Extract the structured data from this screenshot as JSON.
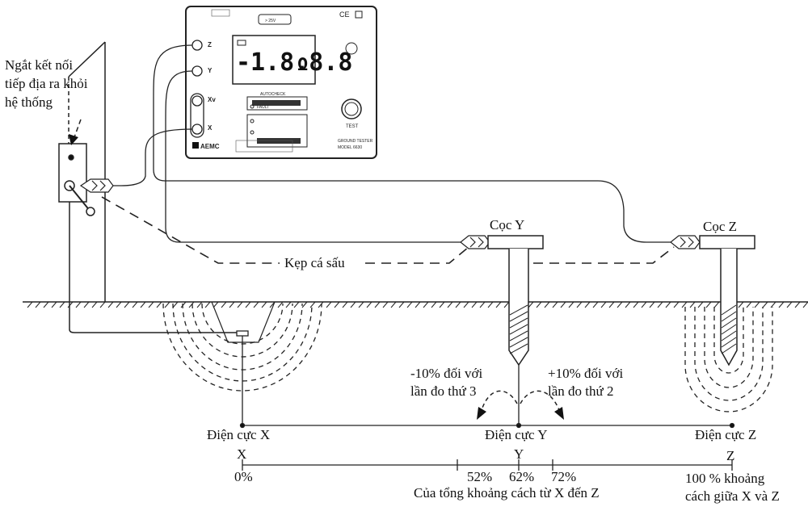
{
  "labels": {
    "disconnect_note": [
      "Ngắt kết nối",
      "tiếp địa ra khỏi",
      "hệ thống"
    ],
    "rod_y": "Cọc Y",
    "rod_z": "Cọc Z",
    "clips": "Kẹp cá sấu",
    "minus_note": [
      "-10% đối với",
      "lần đo thứ 3"
    ],
    "plus_note": [
      "+10% đối với",
      "lần đo thứ 2"
    ],
    "electrode_x": "Điện cực X",
    "electrode_y": "Điện cực Y",
    "electrode_z": "Điện cực Z",
    "letter_x": "X",
    "letter_y": "Y",
    "letter_z": "Z",
    "pct_0": "0%",
    "pct_52": "52%",
    "pct_62": "62%",
    "pct_72": "72%",
    "pct_100": [
      "100 % khoảng",
      "cách giữa X và Z"
    ],
    "total_distance": "Của tổng khoảng cách từ X đến Z"
  },
  "instrument": {
    "display": "-1.8.8.8",
    "unit": "Ω",
    "brand": "AEMC",
    "model": "MODEL 6630",
    "product": "GROUND TESTER",
    "test_label": "TEST",
    "terminal_z": "Z",
    "terminal_y": "Y",
    "terminal_xv": "Xv",
    "terminal_x": "X",
    "autocheck": "AUTOCHECK",
    "fault": "FAULT",
    "warning": "> 25V"
  }
}
